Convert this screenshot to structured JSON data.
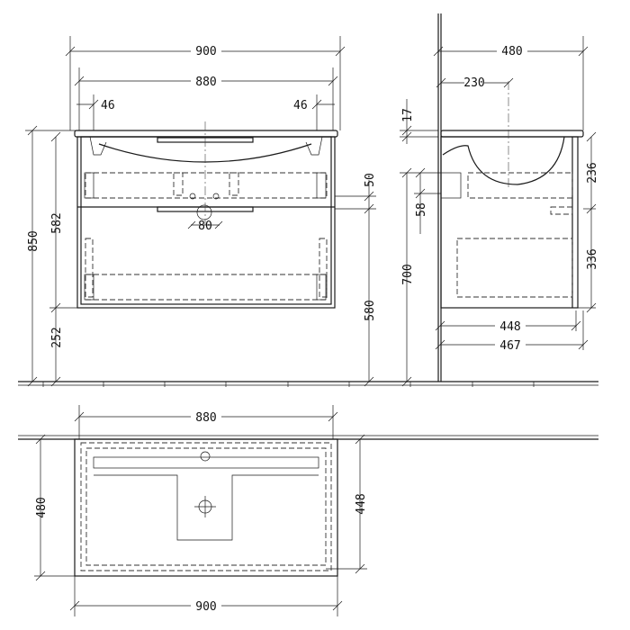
{
  "front_view": {
    "dims": {
      "overall_width": "900",
      "cabinet_width": "880",
      "left_offset": "46",
      "right_offset": "46",
      "total_height": "850",
      "cabinet_height": "582",
      "floor_clearance": "252",
      "drain_gap": "50",
      "drain_diameter": "80",
      "drain_height": "580"
    }
  },
  "side_view": {
    "dims": {
      "depth": "480",
      "basin_offset": "230",
      "top_thickness": "17",
      "fixing_height": "58",
      "fixing_from_floor": "700",
      "drawer_top": "236",
      "drawer_bottom": "336",
      "inner_depth": "448",
      "body_depth": "467"
    }
  },
  "plan_view": {
    "dims": {
      "cabinet_width": "880",
      "depth": "480",
      "inner_depth": "448",
      "overall_width": "900"
    }
  },
  "colors": {
    "line": "#1a1a1a",
    "background": "#ffffff"
  }
}
